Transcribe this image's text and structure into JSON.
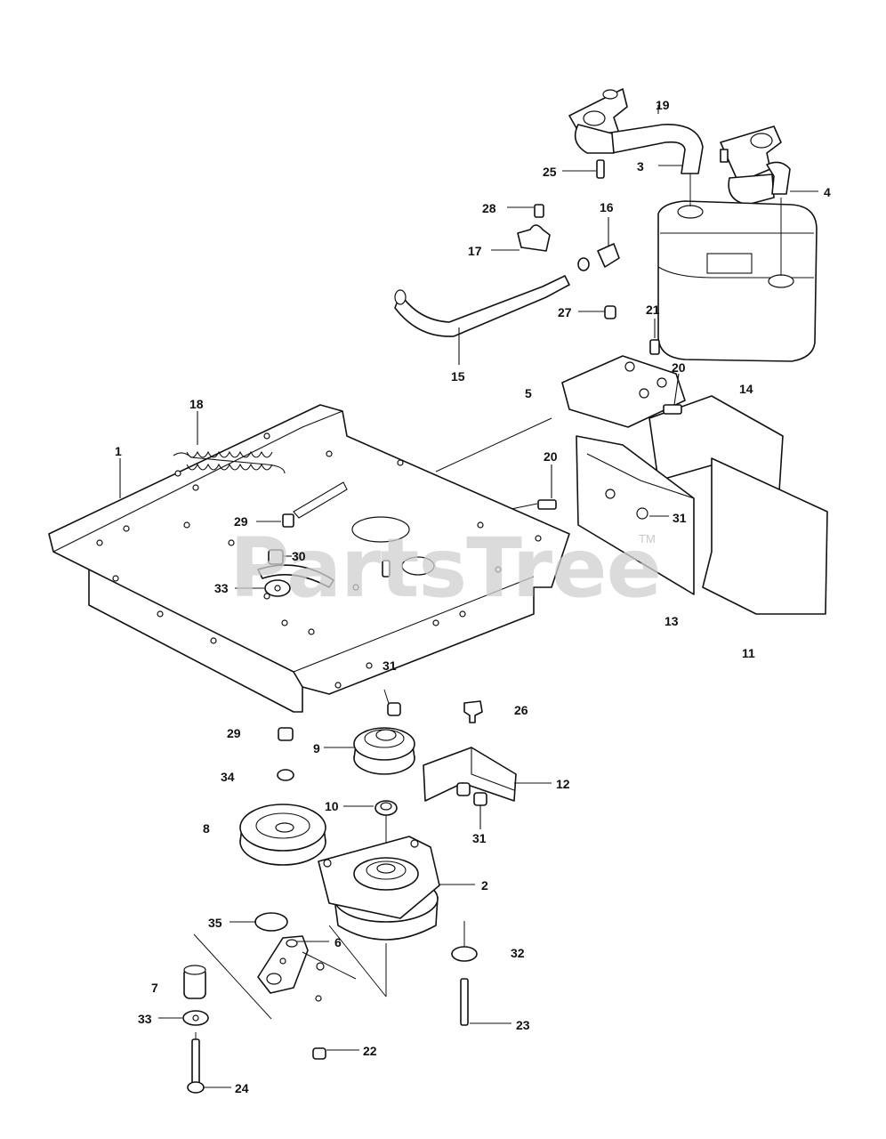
{
  "watermark": {
    "text": "PartsTree",
    "tm": "TM"
  },
  "labels": [
    {
      "id": "19",
      "text": "19"
    },
    {
      "id": "3",
      "text": "3"
    },
    {
      "id": "25",
      "text": "25"
    },
    {
      "id": "4",
      "text": "4"
    },
    {
      "id": "28",
      "text": "28"
    },
    {
      "id": "16",
      "text": "16"
    },
    {
      "id": "17",
      "text": "17"
    },
    {
      "id": "27",
      "text": "27"
    },
    {
      "id": "21",
      "text": "21"
    },
    {
      "id": "15",
      "text": "15"
    },
    {
      "id": "5",
      "text": "5"
    },
    {
      "id": "20a",
      "text": "20"
    },
    {
      "id": "14",
      "text": "14"
    },
    {
      "id": "18",
      "text": "18"
    },
    {
      "id": "1",
      "text": "1"
    },
    {
      "id": "20b",
      "text": "20"
    },
    {
      "id": "29a",
      "text": "29"
    },
    {
      "id": "31a",
      "text": "31"
    },
    {
      "id": "30",
      "text": "30"
    },
    {
      "id": "33a",
      "text": "33"
    },
    {
      "id": "13",
      "text": "13"
    },
    {
      "id": "11",
      "text": "11"
    },
    {
      "id": "31b",
      "text": "31"
    },
    {
      "id": "26",
      "text": "26"
    },
    {
      "id": "29b",
      "text": "29"
    },
    {
      "id": "9",
      "text": "9"
    },
    {
      "id": "12",
      "text": "12"
    },
    {
      "id": "34",
      "text": "34"
    },
    {
      "id": "10",
      "text": "10"
    },
    {
      "id": "31c",
      "text": "31"
    },
    {
      "id": "8",
      "text": "8"
    },
    {
      "id": "2",
      "text": "2"
    },
    {
      "id": "35",
      "text": "35"
    },
    {
      "id": "6",
      "text": "6"
    },
    {
      "id": "32",
      "text": "32"
    },
    {
      "id": "7",
      "text": "7"
    },
    {
      "id": "33b",
      "text": "33"
    },
    {
      "id": "23",
      "text": "23"
    },
    {
      "id": "22",
      "text": "22"
    },
    {
      "id": "24",
      "text": "24"
    }
  ]
}
